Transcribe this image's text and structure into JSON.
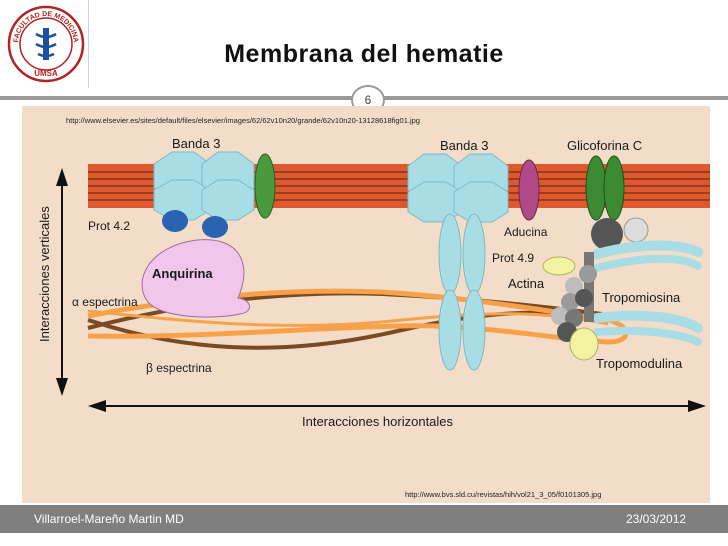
{
  "slide": {
    "title": "Membrana del hematie",
    "slide_number": "6",
    "source_top": "http://www.elsevier.es/sites/default/files/elsevier/images/62/62v10n20/grande/62v10n20-13128618fig01.jpg",
    "source_bottom": "http://www.bvs.sld.cu/revistas/hih/vol21_3_05/f0101305.jpg"
  },
  "logo": {
    "text_top": "FACULTAD DE MEDICINA",
    "text_bottom": "UMSA"
  },
  "diagram": {
    "labels": {
      "banda3_left": "Banda 3",
      "banda3_right": "Banda 3",
      "glicoforina": "Glicoforina C",
      "prot42": "Prot 4.2",
      "anquirina": "Anquirina",
      "aducina": "Aducina",
      "prot49": "Prot 4.9",
      "actina": "Actina",
      "tropomiosina": "Tropomiosina",
      "tropomodulina": "Tropomodulina",
      "alpha": "α espectrina",
      "beta": "β espectrina",
      "vertical": "Interacciones verticales",
      "horizontal": "Interacciones horizontales"
    }
  },
  "footer": {
    "author": "Villarroel-Mareño Martin MD",
    "date": "23/03/2012"
  },
  "colors": {
    "membrane": "#de5a2e",
    "background": "#f3ddc8",
    "banda3": "#a9dde6",
    "anquirina": "#f0c6ea",
    "protein42": "#2b63b3",
    "glicoforina": "#3d8a34",
    "aducina": "#b04a86",
    "spectrin_orange": "#f7a24a",
    "spectrin_brown": "#7a4a22",
    "footer": "#7f7f7f"
  }
}
